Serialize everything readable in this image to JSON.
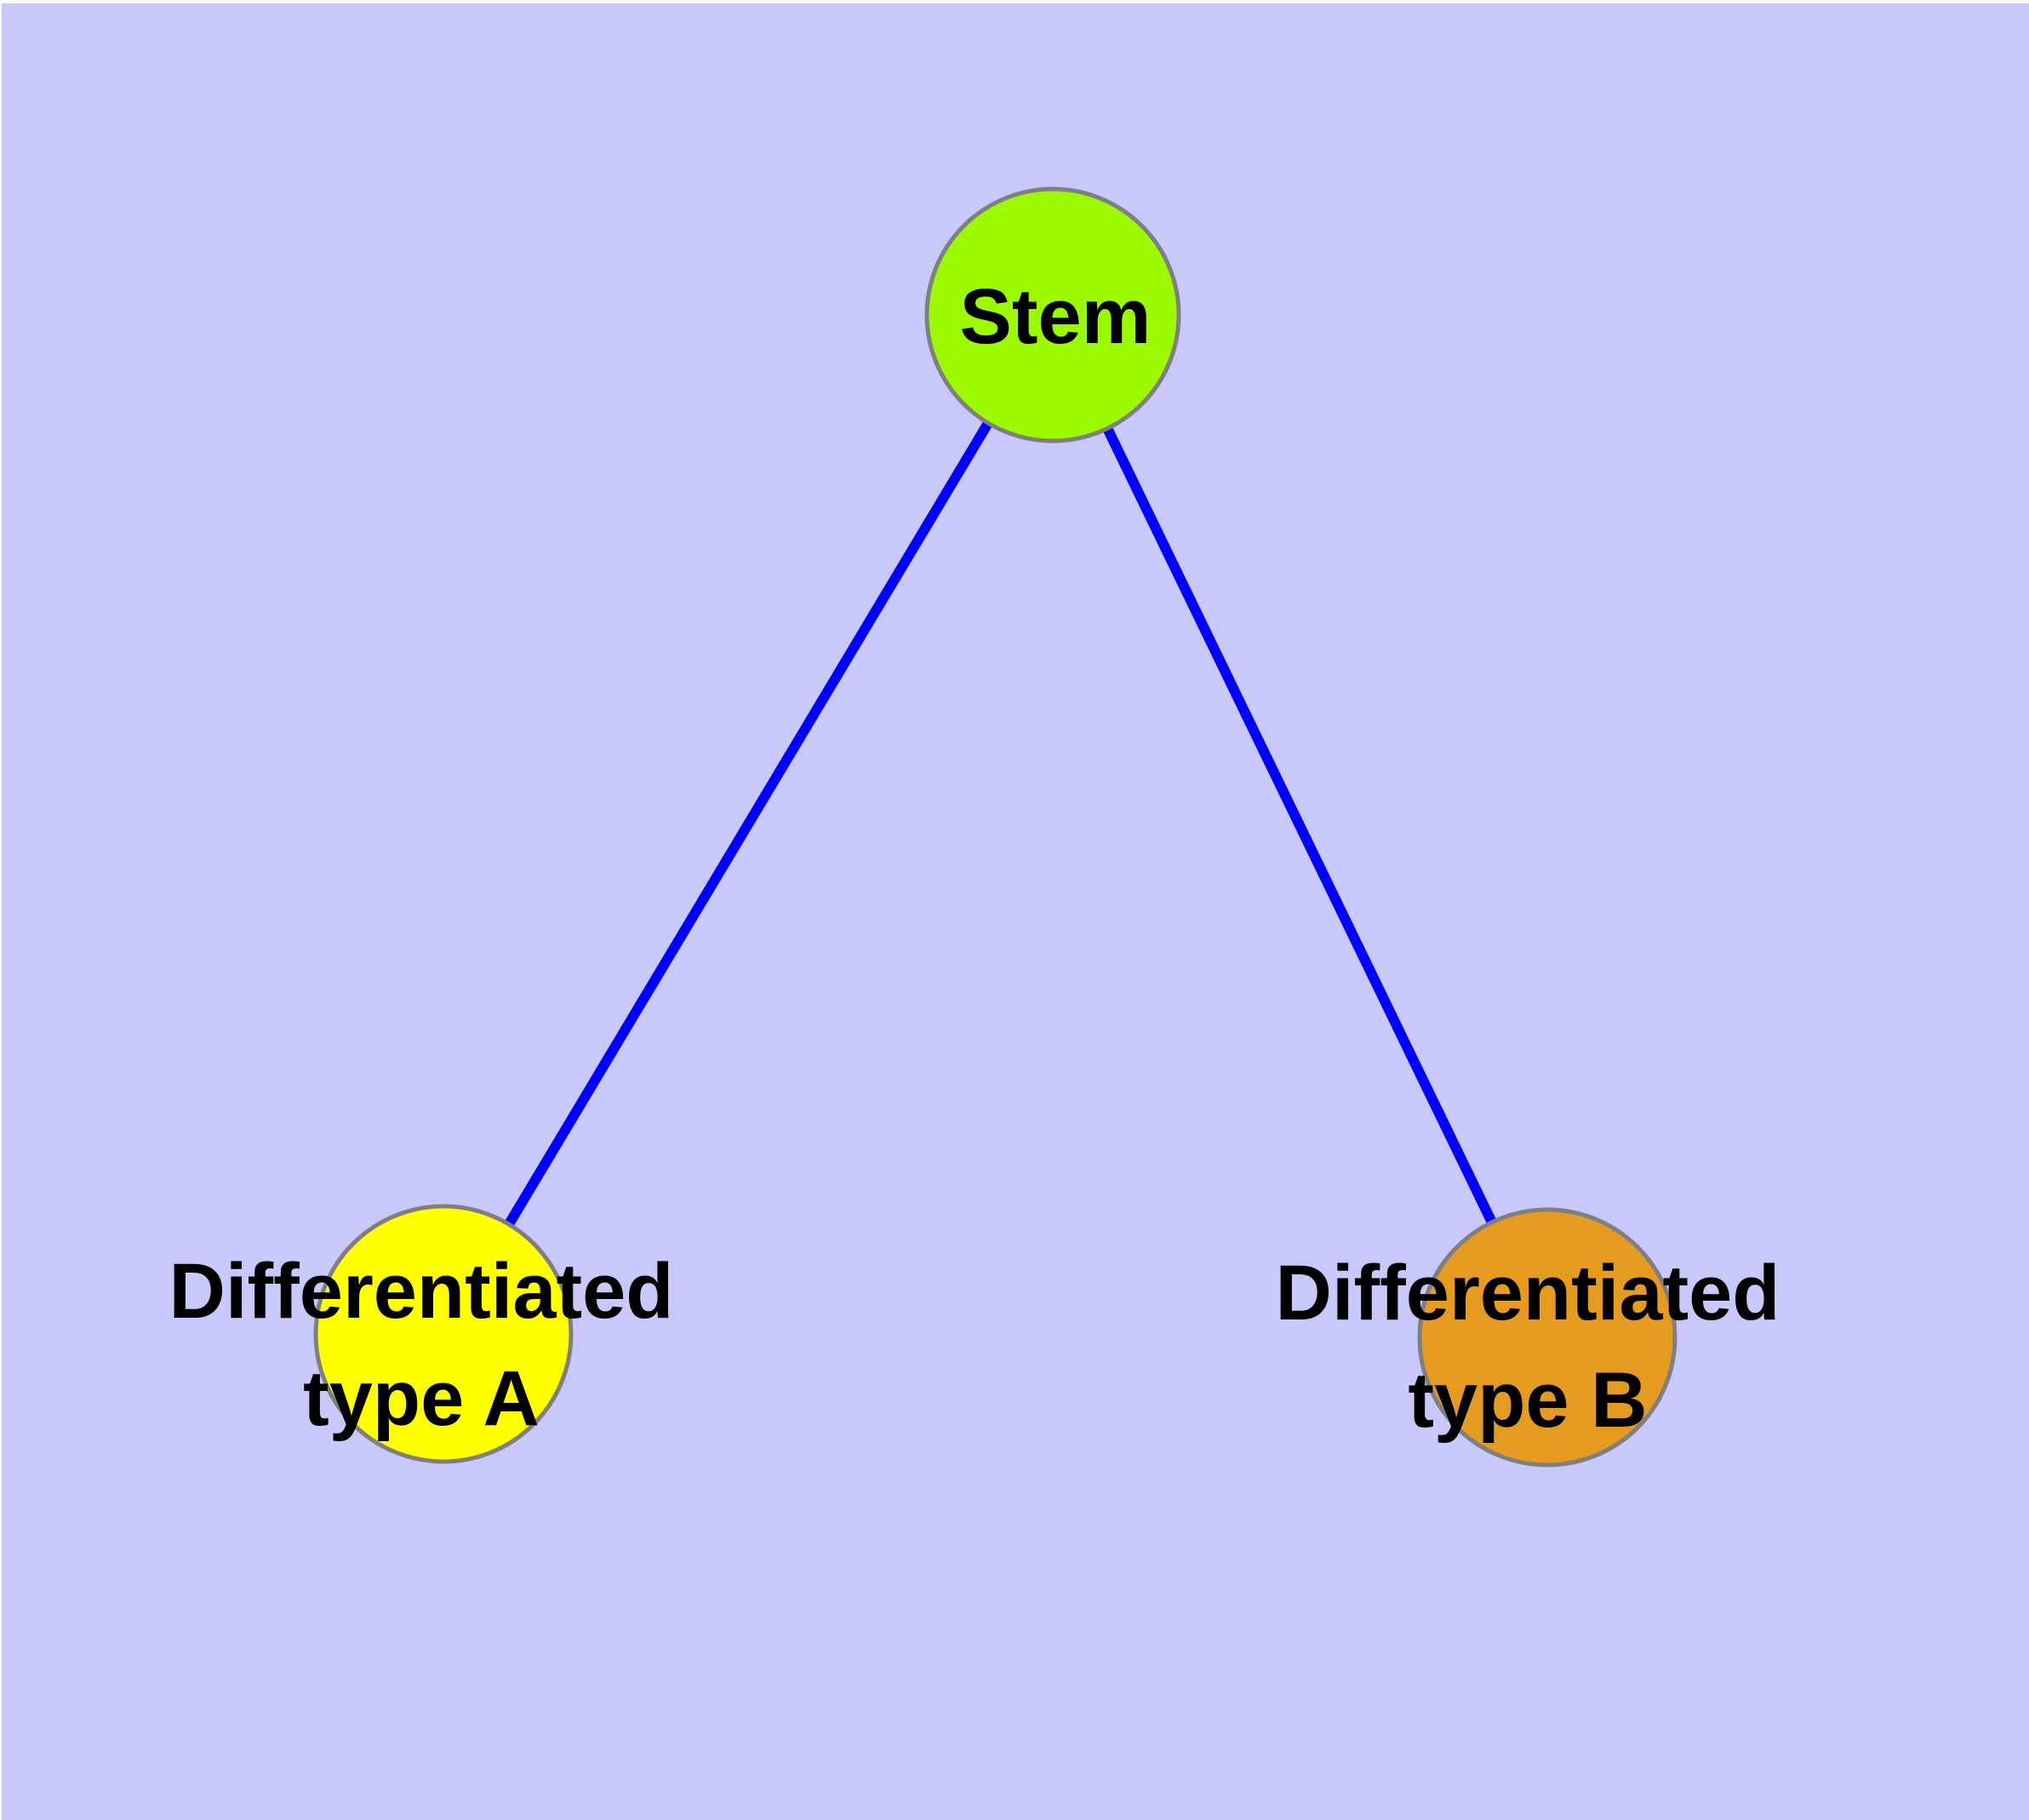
{
  "canvas": {
    "background": "#C8C8FA",
    "frame_color": "#FFFFFF"
  },
  "graph": {
    "nodes": {
      "stem": {
        "label": "Stem",
        "fill": "#9BFA00",
        "stroke": "#7F7F7F"
      },
      "type_a": {
        "label_line1": "Differentiated",
        "label_line2": "type A",
        "fill": "#FFFF00",
        "stroke": "#7F7F7F"
      },
      "type_b": {
        "label_line1": "Differentiated",
        "label_line2": "type B",
        "fill": "#E49B20",
        "stroke": "#7F7F7F"
      }
    },
    "edges": {
      "color": "#0000FF"
    }
  }
}
